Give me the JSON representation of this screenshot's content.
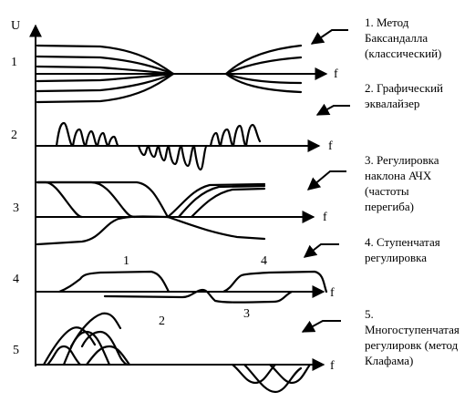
{
  "y_axis_label": "U",
  "axis_f_label": "f",
  "row_numbers": [
    "1",
    "2",
    "3",
    "4",
    "5"
  ],
  "step_numbers": [
    "1",
    "2",
    "3",
    "4"
  ],
  "descriptions": [
    {
      "lines": [
        "1. Метод",
        "Баксандалла",
        "(классический)"
      ]
    },
    {
      "lines": [
        "2. Графический",
        "эквалайзер"
      ]
    },
    {
      "lines": [
        "3. Регулировка",
        "наклона АЧХ",
        "(частоты",
        "перегиба)"
      ]
    },
    {
      "lines": [
        "4. Ступенчатая",
        "регулировка"
      ]
    },
    {
      "lines": [
        "5.",
        "Многоступенчатая",
        "регулировк (метод",
        "Клафама)"
      ]
    }
  ]
}
